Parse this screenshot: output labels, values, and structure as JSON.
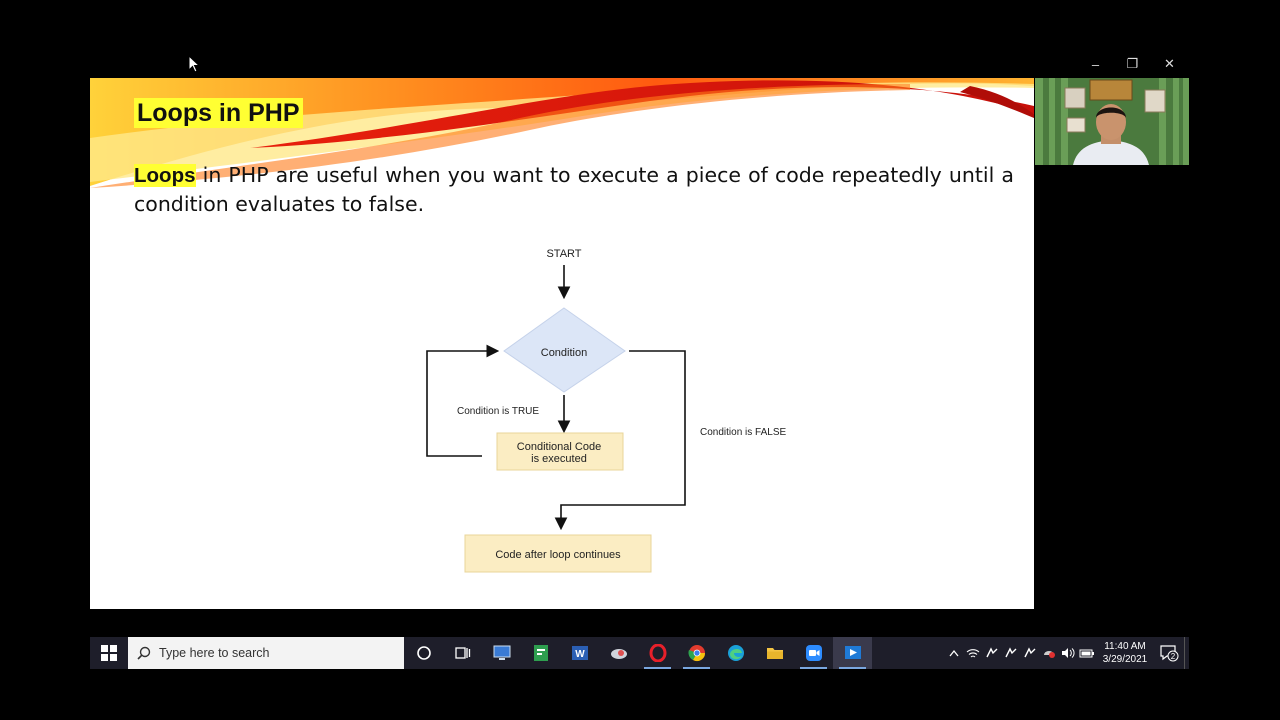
{
  "slide": {
    "title": "Loops in PHP",
    "keyword": "Loops",
    "body_rest": " in PHP are useful when you want to execute a piece of code repeatedly until a condition evaluates to false."
  },
  "flowchart": {
    "start": "START",
    "condition": "Condition",
    "true_label": "Condition is TRUE",
    "false_label": "Condition is FALSE",
    "code_line1": "Conditional Code",
    "code_line2": "is executed",
    "after": "Code after loop continues"
  },
  "window": {
    "minimize": "–",
    "restore": "❐",
    "close": "✕"
  },
  "taskbar": {
    "search_placeholder": "Type here to search",
    "apps": [
      "cortana-icon",
      "task-view-icon",
      "remote-desktop-icon",
      "project-icon",
      "word-icon",
      "cloud-app-icon",
      "opera-icon",
      "chrome-icon",
      "edge-icon",
      "file-explorer-icon",
      "zoom-icon",
      "screen-share-icon"
    ],
    "time": "11:40 AM",
    "date": "3/29/2021",
    "notifications": "2"
  },
  "colors": {
    "highlight": "#ffff33",
    "diamond": "#dce6f7",
    "process_box": "#fbedc3",
    "taskbar": "#1e1e2a"
  }
}
